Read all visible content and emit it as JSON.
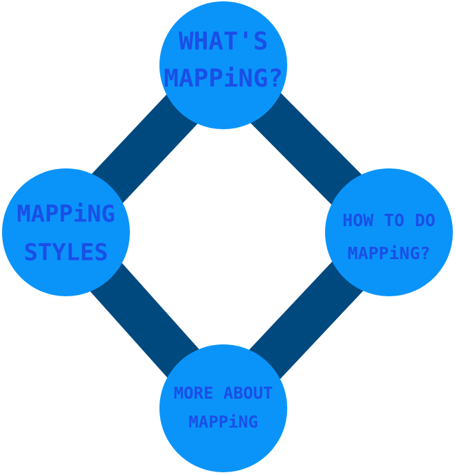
{
  "diagram": {
    "colors": {
      "node_fill": "#0a94fa",
      "connector": "#00497f",
      "label": "#1a4fe6",
      "background": "#ffffff"
    },
    "nodes": [
      {
        "id": "whats-mapping",
        "lines": [
          "WHAT'S",
          "MAPPiNG?"
        ]
      },
      {
        "id": "how-to-do-mapping",
        "lines": [
          "HOW TO DO",
          "MAPPiNG?"
        ]
      },
      {
        "id": "more-about-mapping",
        "lines": [
          "MORE ABOUT",
          "MAPPiNG"
        ]
      },
      {
        "id": "mapping-styles",
        "lines": [
          "MAPPiNG",
          "STYLES"
        ]
      }
    ]
  }
}
